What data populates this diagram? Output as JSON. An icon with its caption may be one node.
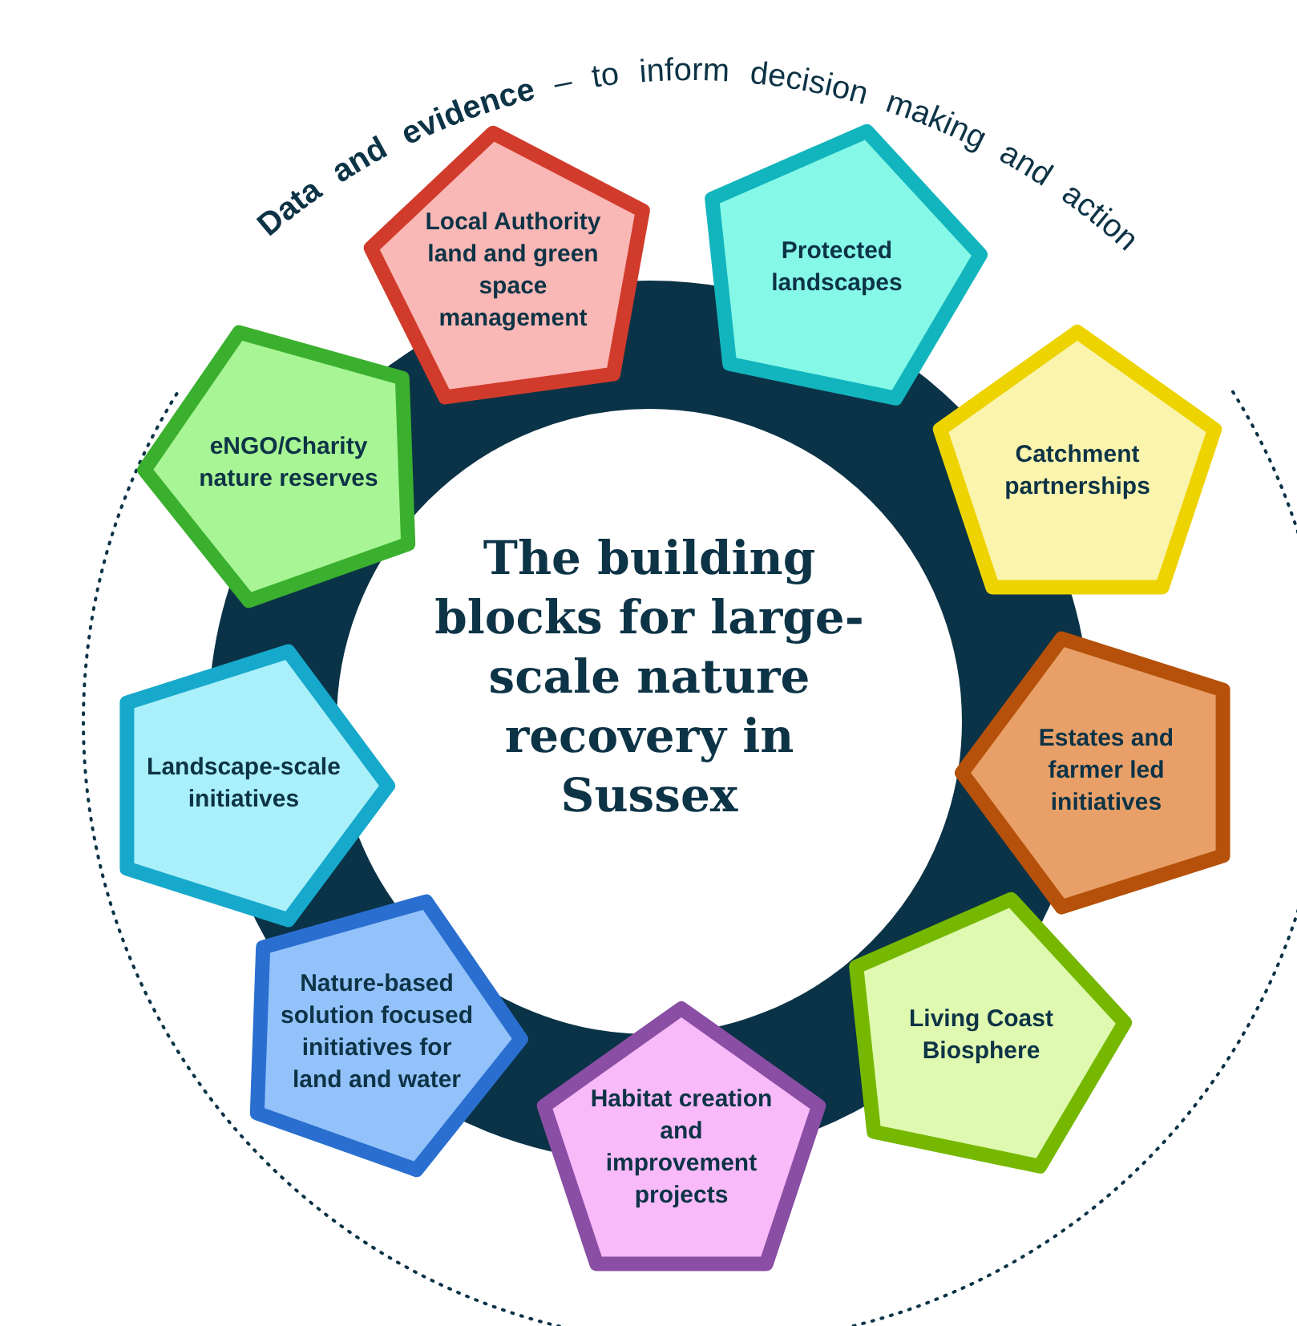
{
  "diagram": {
    "title": "The building blocks for large-scale nature recovery in Sussex",
    "nodes": [
      {
        "text": [
          "Local Authority land and green space management"
        ]
      },
      {
        "text": [
          "Protected landscapes"
        ]
      },
      {
        "text": [
          "Catchment partnerships"
        ]
      },
      {
        "text": [
          "Estates and farmer led initiatives"
        ]
      },
      {
        "text": [
          "Living Coast Biosphere"
        ]
      },
      {
        "text": [
          "Habitat creation and improvement projects"
        ]
      },
      {
        "text": [
          "Nature-based solution focused initiatives for land and water"
        ]
      },
      {
        "text": [
          "Landscape-scale initiatives"
        ]
      },
      {
        "text": [
          "eNGO/Charity nature reserves"
        ]
      }
    ],
    "edges": [],
    "labels": [
      "**Data and evidence** – to inform decision making and action"
    ]
  }
}
